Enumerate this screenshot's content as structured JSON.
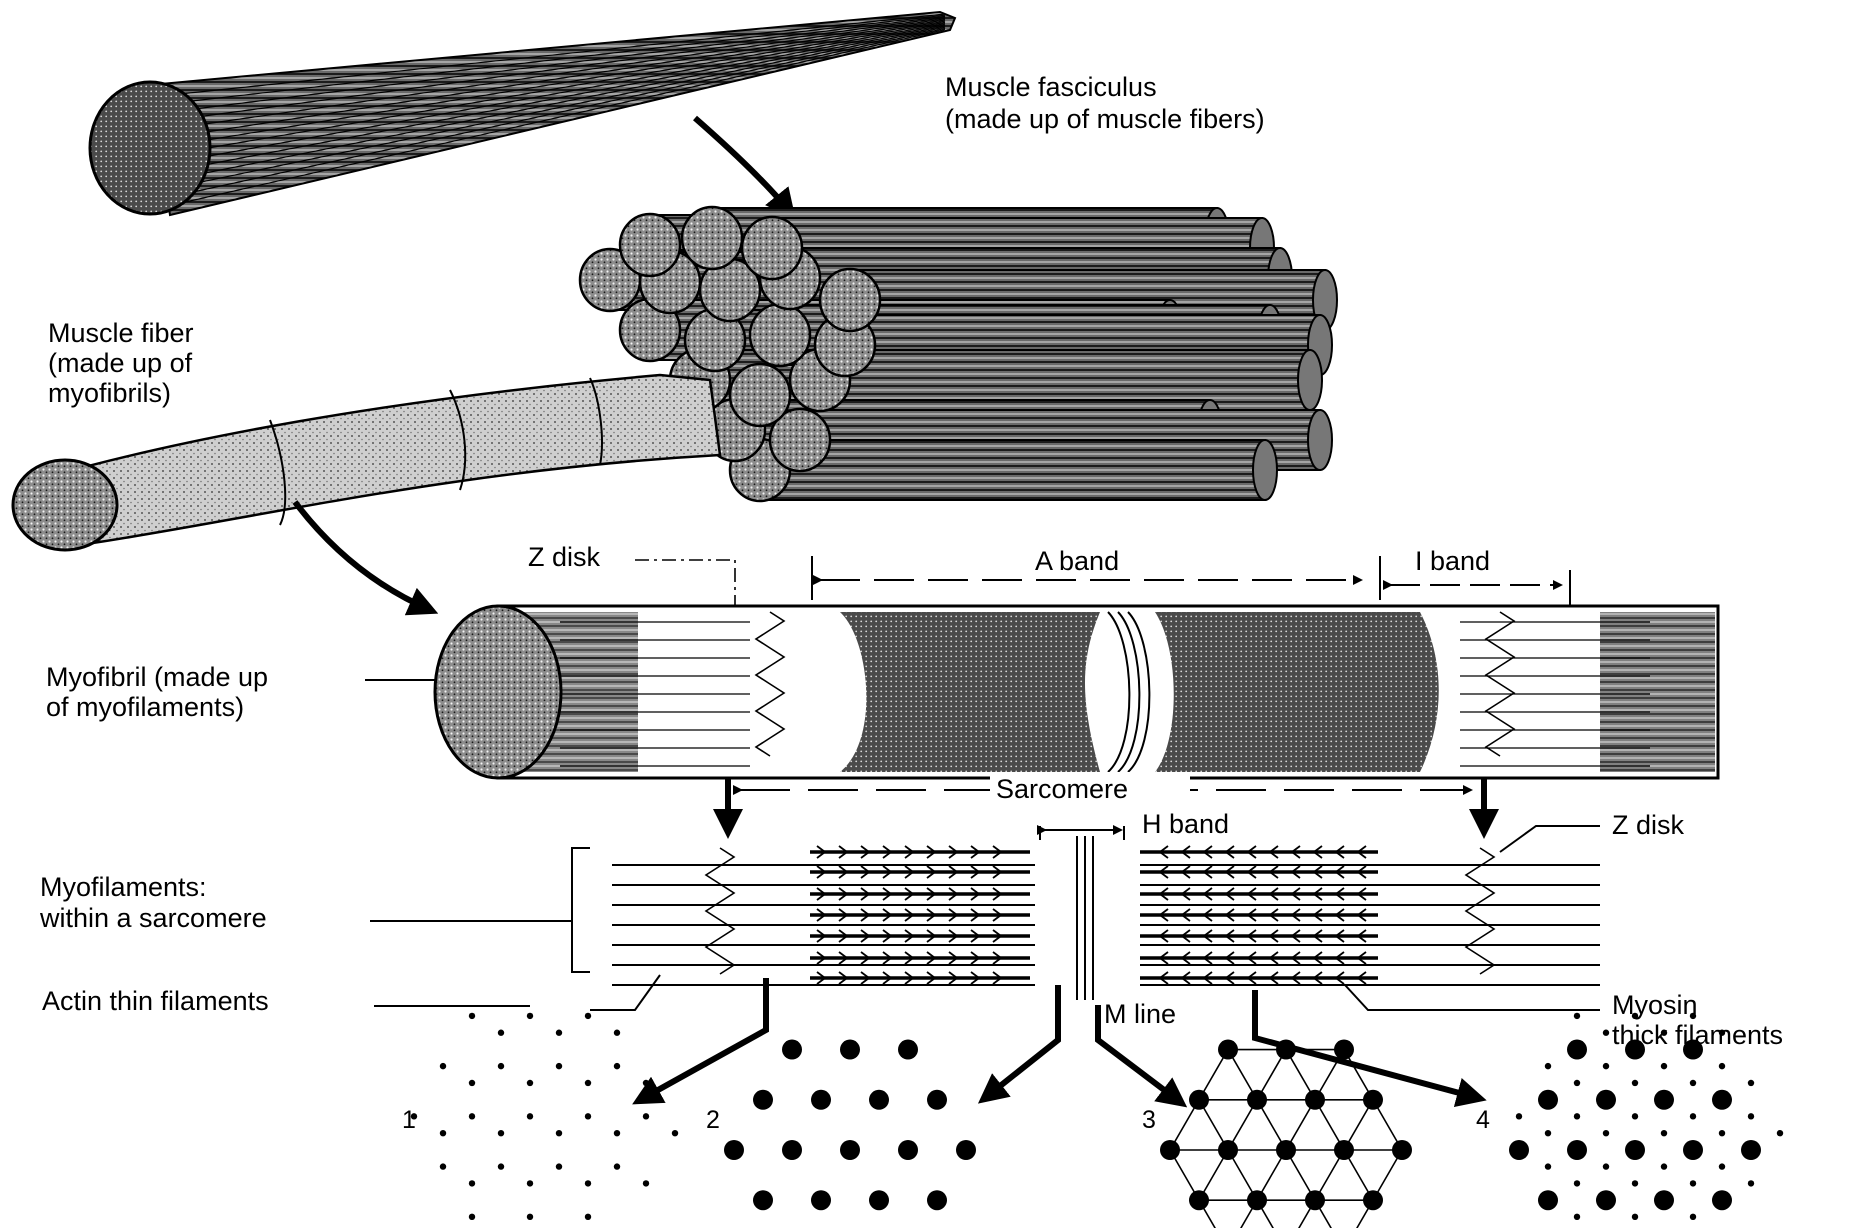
{
  "labels": {
    "fasciculus_line1": "Muscle fasciculus",
    "fasciculus_line2": "(made up of muscle fibers)",
    "fiber_line1": "Muscle fiber",
    "fiber_line2": "(made up of",
    "fiber_line3": "myofibrils)",
    "z_disk_top": "Z disk",
    "a_band": "A band",
    "i_band": "I band",
    "myofibril_line1": "Myofibril (made up",
    "myofibril_line2": "of myofilaments)",
    "sarcomere": "Sarcomere",
    "h_band": "H band",
    "z_disk_right": "Z disk",
    "myofilaments_line1": "Myofilaments:",
    "myofilaments_line2": "within a sarcomere",
    "actin": "Actin thin filaments",
    "m_line": "M line",
    "myosin_line1": "Myosin",
    "myosin_line2": "thick filaments"
  },
  "cross_sections": [
    {
      "number": "1",
      "depicts": "actin only"
    },
    {
      "number": "2",
      "depicts": "myosin only"
    },
    {
      "number": "3",
      "depicts": "myosin at M line, hexagonal lattice"
    },
    {
      "number": "4",
      "depicts": "actin and myosin overlap"
    }
  ],
  "colors": {
    "ink": "#000000",
    "paper": "#ffffff"
  }
}
